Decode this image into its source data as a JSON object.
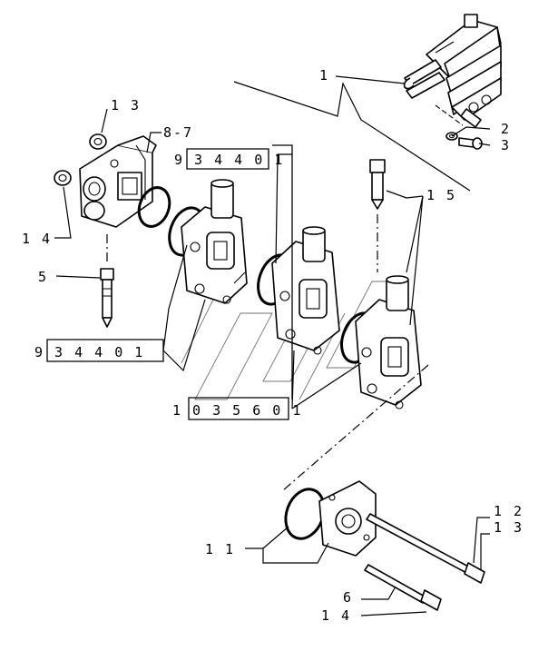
{
  "callouts": {
    "c1": "1",
    "c2": "2",
    "c3": "3",
    "c13_top": "1 3",
    "c87": "8-7",
    "c14_left": "1 4",
    "c5": "5",
    "c15": "1 5",
    "c12": "1 2",
    "c13_bottom": "1 3",
    "c11": "1 1",
    "c6": "6",
    "c14_bottom": "1 4"
  },
  "kits": {
    "kit_upper": "9 3 4 4   0 1",
    "kit_lower": "9 3 4 4   0 1",
    "kit_middle": "1 0 3 5 6   0 1"
  }
}
